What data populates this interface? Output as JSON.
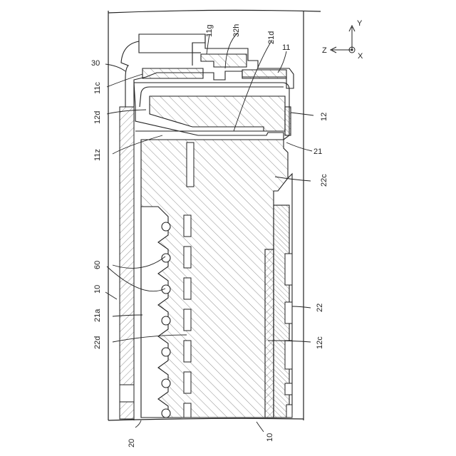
{
  "figure": {
    "axes": {
      "z": "Z",
      "y": "Y",
      "x": "X"
    },
    "labels": {
      "l10_left": "10",
      "l10_bottom": "10",
      "l11": "11",
      "l11c": "11c",
      "l11g": "11g",
      "l11z": "11z",
      "l12": "12",
      "l12c": "12c",
      "l12d": "12d",
      "l20": "20",
      "l21": "21",
      "l21a": "21a",
      "l21d": "21d",
      "l22": "22",
      "l22c": "22c",
      "l22d": "22d",
      "l30": "30",
      "l32h": "32h",
      "l60": "60"
    }
  }
}
